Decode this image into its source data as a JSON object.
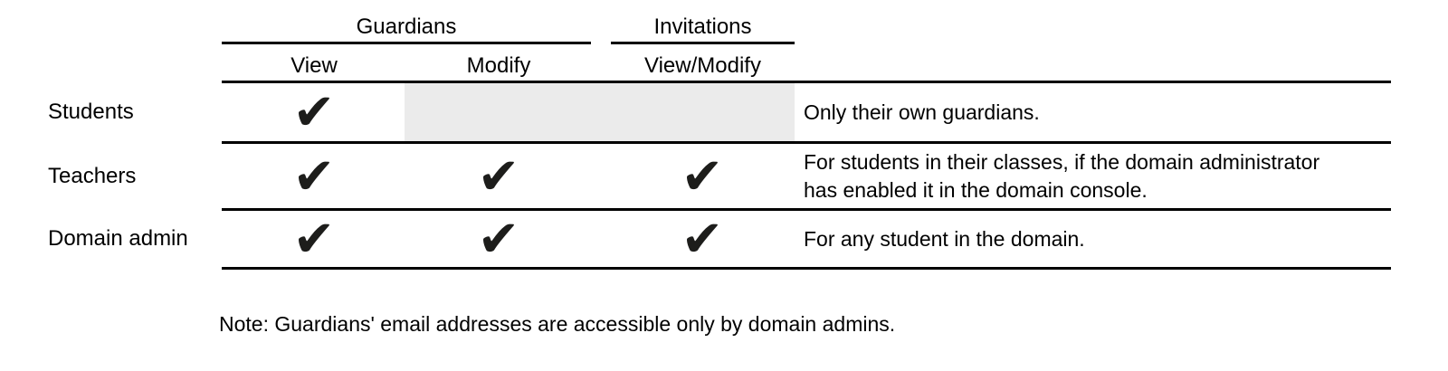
{
  "table": {
    "column_groups": [
      {
        "label": "Guardians"
      },
      {
        "label": "Invitations"
      }
    ],
    "column_headers": [
      {
        "label": "View"
      },
      {
        "label": "Modify"
      },
      {
        "label": "View/Modify"
      }
    ],
    "rows": [
      {
        "label": "Students",
        "checks": {
          "view": "✔",
          "modify": "",
          "view_modify": ""
        },
        "modify_and_invitations_shaded": true,
        "note": "Only their own guardians."
      },
      {
        "label": "Teachers",
        "checks": {
          "view": "✔",
          "modify": "✔",
          "view_modify": "✔"
        },
        "modify_and_invitations_shaded": false,
        "note": "For students in their classes, if the domain administrator\nhas enabled it in the domain console."
      },
      {
        "label": "Domain admin",
        "checks": {
          "view": "✔",
          "modify": "✔",
          "view_modify": "✔"
        },
        "modify_and_invitations_shaded": false,
        "note": "For any student in the domain."
      }
    ],
    "footnote": "Note: Guardians' email addresses are accessible only by domain admins.",
    "colors": {
      "text": "#000000",
      "check": "#1d1d1b",
      "shaded_cell": "#ebebeb",
      "rule": "#000000",
      "background": "#ffffff"
    }
  }
}
